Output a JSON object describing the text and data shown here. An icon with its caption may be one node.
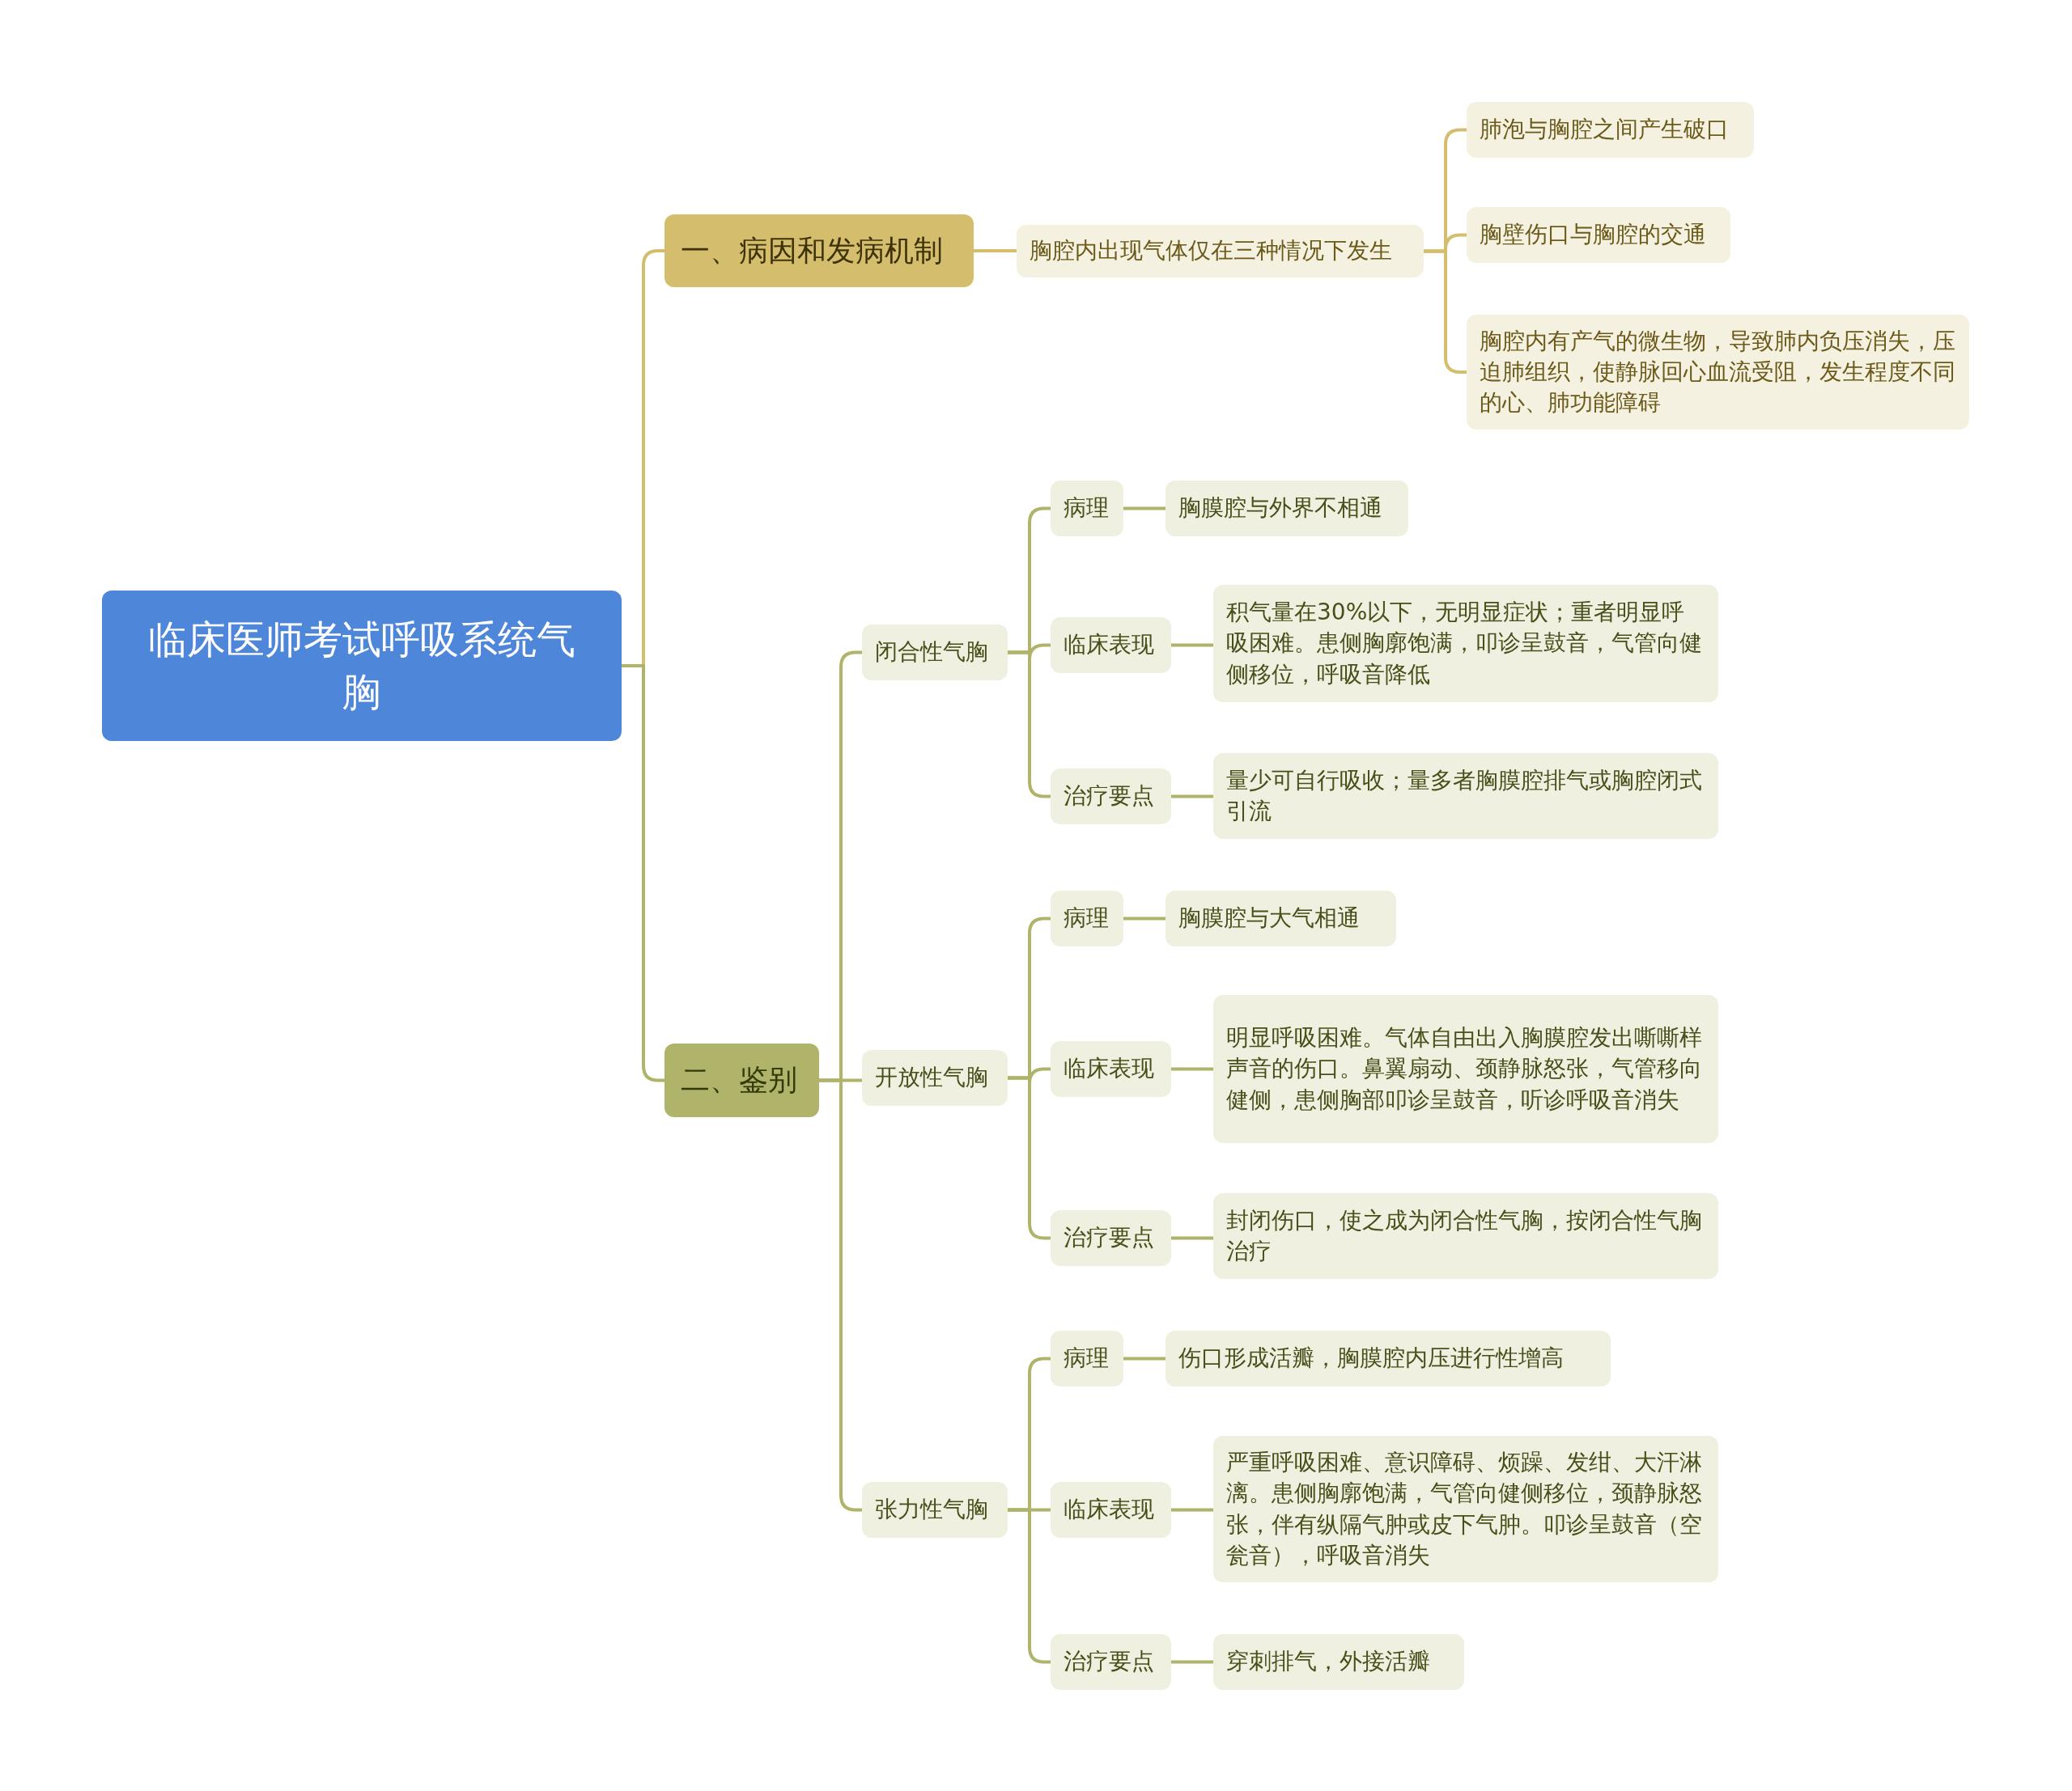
{
  "diagram": {
    "nodes": [
      {
        "text": [
          "临床医师考试呼吸系统气胸"
        ]
      },
      {
        "text": [
          "一、病因和发病机制"
        ]
      },
      {
        "text": [
          "胸腔内出现气体仅在三种情况下发生"
        ]
      },
      {
        "text": [
          "肺泡与胸腔之间产生破口"
        ]
      },
      {
        "text": [
          "胸壁伤口与胸腔的交通"
        ]
      },
      {
        "text": [
          "胸腔内有产气的微生物，导致肺内负压消失，压迫肺组织，使静脉回心血流受阻，发生程度不同的心、肺功能障碍"
        ]
      },
      {
        "text": [
          "二、鉴别"
        ]
      },
      {
        "text": [
          "闭合性气胸"
        ]
      },
      {
        "text": [
          "病理"
        ]
      },
      {
        "text": [
          "胸膜腔与外界不相通"
        ]
      },
      {
        "text": [
          "临床表现"
        ]
      },
      {
        "text": [
          "积气量在30%以下，无明显症状；重者明显呼吸困难。患侧胸廓饱满，叩诊呈鼓音，气管向健侧移位，呼吸音降低"
        ]
      },
      {
        "text": [
          "治疗要点"
        ]
      },
      {
        "text": [
          "量少可自行吸收；量多者胸膜腔排气或胸腔闭式引流"
        ]
      },
      {
        "text": [
          "开放性气胸"
        ]
      },
      {
        "text": [
          "病理"
        ]
      },
      {
        "text": [
          "胸膜腔与大气相通"
        ]
      },
      {
        "text": [
          "临床表现"
        ]
      },
      {
        "text": [
          "明显呼吸困难。气体自由出入胸膜腔发出嘶嘶样声音的伤口。鼻翼扇动、颈静脉怒张，气管移向健侧，患侧胸部叩诊呈鼓音，听诊呼吸音消失"
        ]
      },
      {
        "text": [
          "治疗要点"
        ]
      },
      {
        "text": [
          "封闭伤口，使之成为闭合性气胸，按闭合性气胸治疗"
        ]
      },
      {
        "text": [
          "张力性气胸"
        ]
      },
      {
        "text": [
          "病理"
        ]
      },
      {
        "text": [
          "伤口形成活瓣，胸膜腔内压进行性增高"
        ]
      },
      {
        "text": [
          "临床表现"
        ]
      },
      {
        "text": [
          "严重呼吸困难、意识障碍、烦躁、发绀、大汗淋漓。患侧胸廓饱满，气管向健侧移位，颈静脉怒张，伴有纵隔气肿或皮下气肿。叩诊呈鼓音（空瓮音），呼吸音消失"
        ]
      },
      {
        "text": [
          "治疗要点"
        ]
      },
      {
        "text": [
          "穿刺排气，外接活瓣"
        ]
      }
    ],
    "edges": [
      {
        "from": 0,
        "to": 1,
        "arrow": "none",
        "color": "#d4bd6d"
      },
      {
        "from": 1,
        "to": 2,
        "arrow": "none",
        "color": "#d4bd6d"
      },
      {
        "from": 2,
        "to": 3,
        "arrow": "none",
        "color": "#d4bd6d"
      },
      {
        "from": 2,
        "to": 4,
        "arrow": "none",
        "color": "#d4bd6d"
      },
      {
        "from": 2,
        "to": 5,
        "arrow": "none",
        "color": "#d4bd6d"
      },
      {
        "from": 0,
        "to": 6,
        "arrow": "none"
      },
      {
        "from": 6,
        "to": 7,
        "arrow": "none"
      },
      {
        "from": 7,
        "to": 8,
        "arrow": "none"
      },
      {
        "from": 8,
        "to": 9,
        "arrow": "none"
      },
      {
        "from": 7,
        "to": 10,
        "arrow": "none"
      },
      {
        "from": 10,
        "to": 11,
        "arrow": "none"
      },
      {
        "from": 7,
        "to": 12,
        "arrow": "none"
      },
      {
        "from": 12,
        "to": 13,
        "arrow": "none"
      },
      {
        "from": 6,
        "to": 14,
        "arrow": "none"
      },
      {
        "from": 14,
        "to": 15,
        "arrow": "none"
      },
      {
        "from": 15,
        "to": 16,
        "arrow": "none"
      },
      {
        "from": 14,
        "to": 17,
        "arrow": "none"
      },
      {
        "from": 17,
        "to": 18,
        "arrow": "none"
      },
      {
        "from": 14,
        "to": 19,
        "arrow": "none"
      },
      {
        "from": 19,
        "to": 20,
        "arrow": "none"
      },
      {
        "from": 6,
        "to": 21,
        "arrow": "none"
      },
      {
        "from": 21,
        "to": 22,
        "arrow": "none"
      },
      {
        "from": 22,
        "to": 23,
        "arrow": "none"
      },
      {
        "from": 21,
        "to": 24,
        "arrow": "none"
      },
      {
        "from": 24,
        "to": 25,
        "arrow": "none"
      },
      {
        "from": 21,
        "to": 26,
        "arrow": "none"
      },
      {
        "from": 26,
        "to": 27,
        "arrow": "none"
      }
    ]
  }
}
